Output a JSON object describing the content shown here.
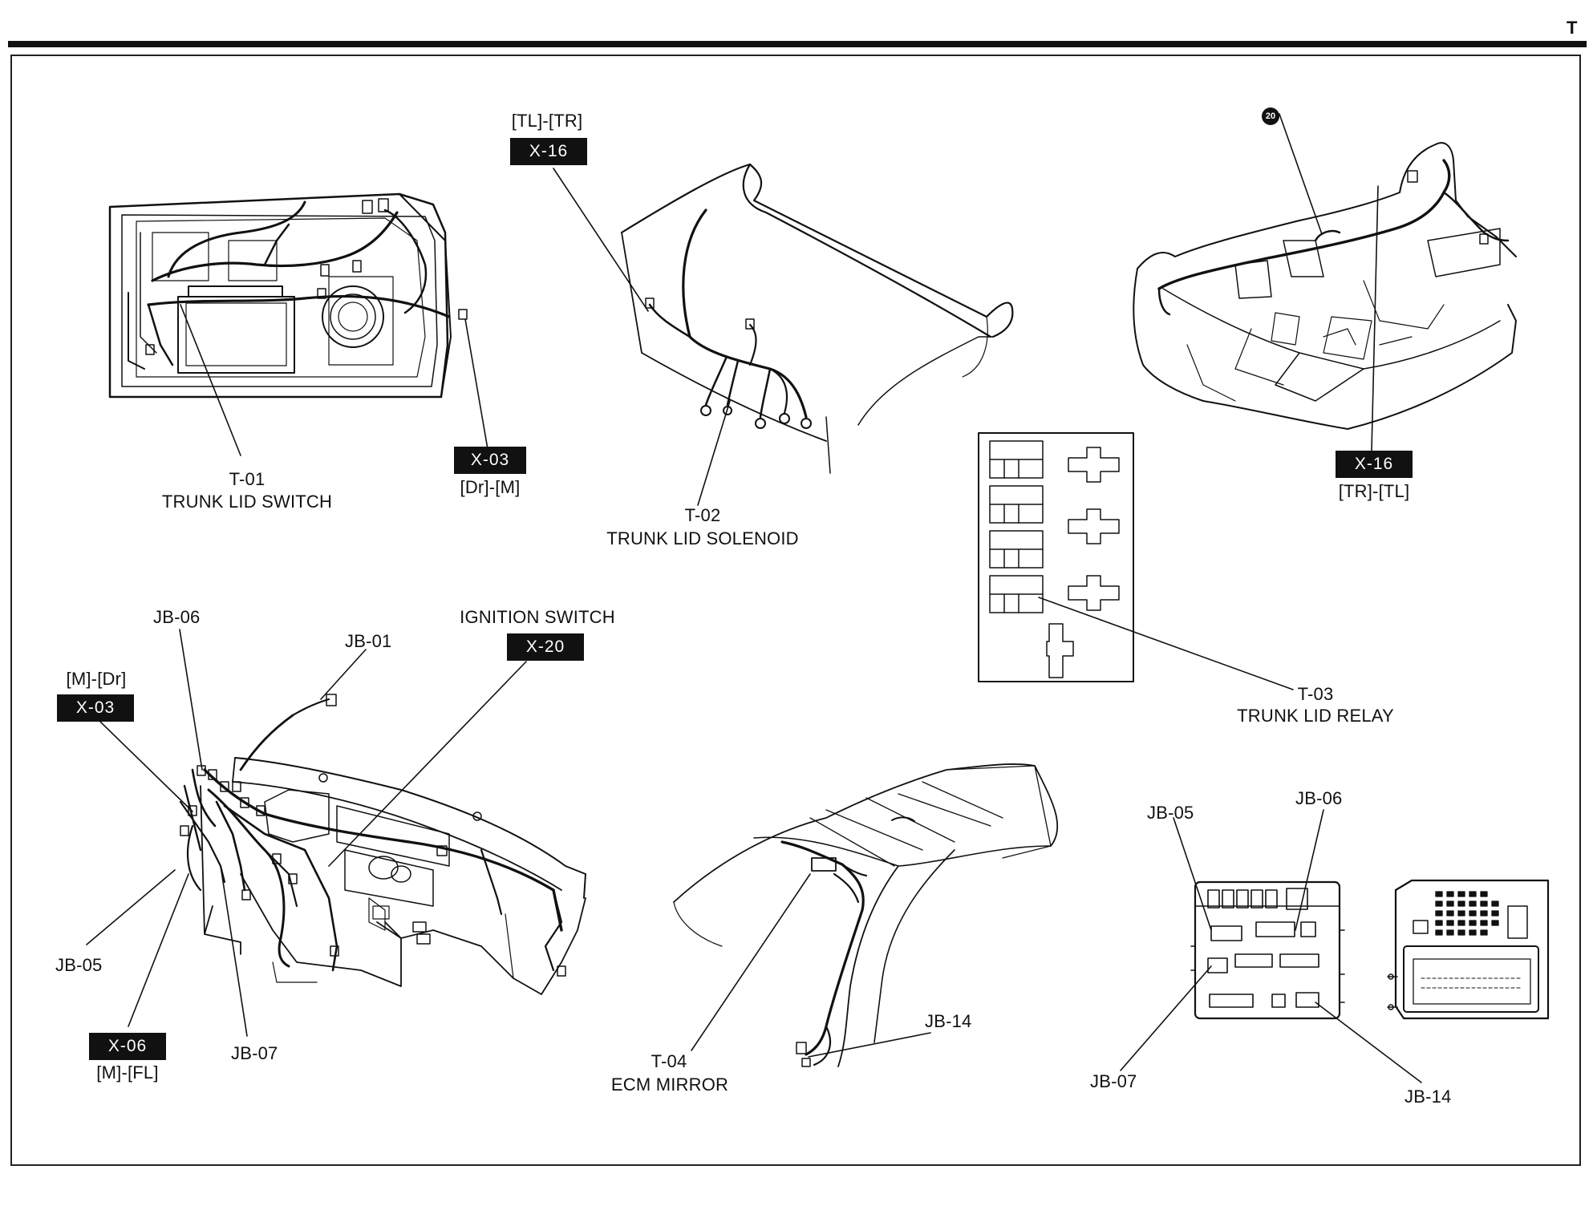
{
  "page": {
    "corner_letter": "T"
  },
  "callouts": {
    "t01": {
      "code": "T-01",
      "name": "TRUNK LID SWITCH"
    },
    "x03_top": {
      "tag": "X-03",
      "sub": "[Dr]-[M]"
    },
    "x16_top": {
      "head": "[TL]-[TR]",
      "tag": "X-16"
    },
    "t02": {
      "code": "T-02",
      "name": "TRUNK LID SOLENOID"
    },
    "badge20": {
      "text": "20"
    },
    "x16_right": {
      "tag": "X-16",
      "sub": "[TR]-[TL]"
    },
    "t03": {
      "code": "T-03",
      "name": "TRUNK LID RELAY"
    },
    "jb06_left": {
      "text": "JB-06"
    },
    "jb01": {
      "text": "JB-01"
    },
    "ignition": {
      "head": "IGNITION SWITCH",
      "tag": "X-20"
    },
    "x03_left": {
      "head": "[M]-[Dr]",
      "tag": "X-03"
    },
    "jb05_left": {
      "text": "JB-05"
    },
    "x06": {
      "tag": "X-06",
      "sub": "[M]-[FL]"
    },
    "jb07_left": {
      "text": "JB-07"
    },
    "t04": {
      "code": "T-04",
      "name": "ECM MIRROR"
    },
    "jb14_mid": {
      "text": "JB-14"
    },
    "jb05_right": {
      "text": "JB-05"
    },
    "jb06_right": {
      "text": "JB-06"
    },
    "jb07_right": {
      "text": "JB-07"
    },
    "jb14_right": {
      "text": "JB-14"
    }
  }
}
